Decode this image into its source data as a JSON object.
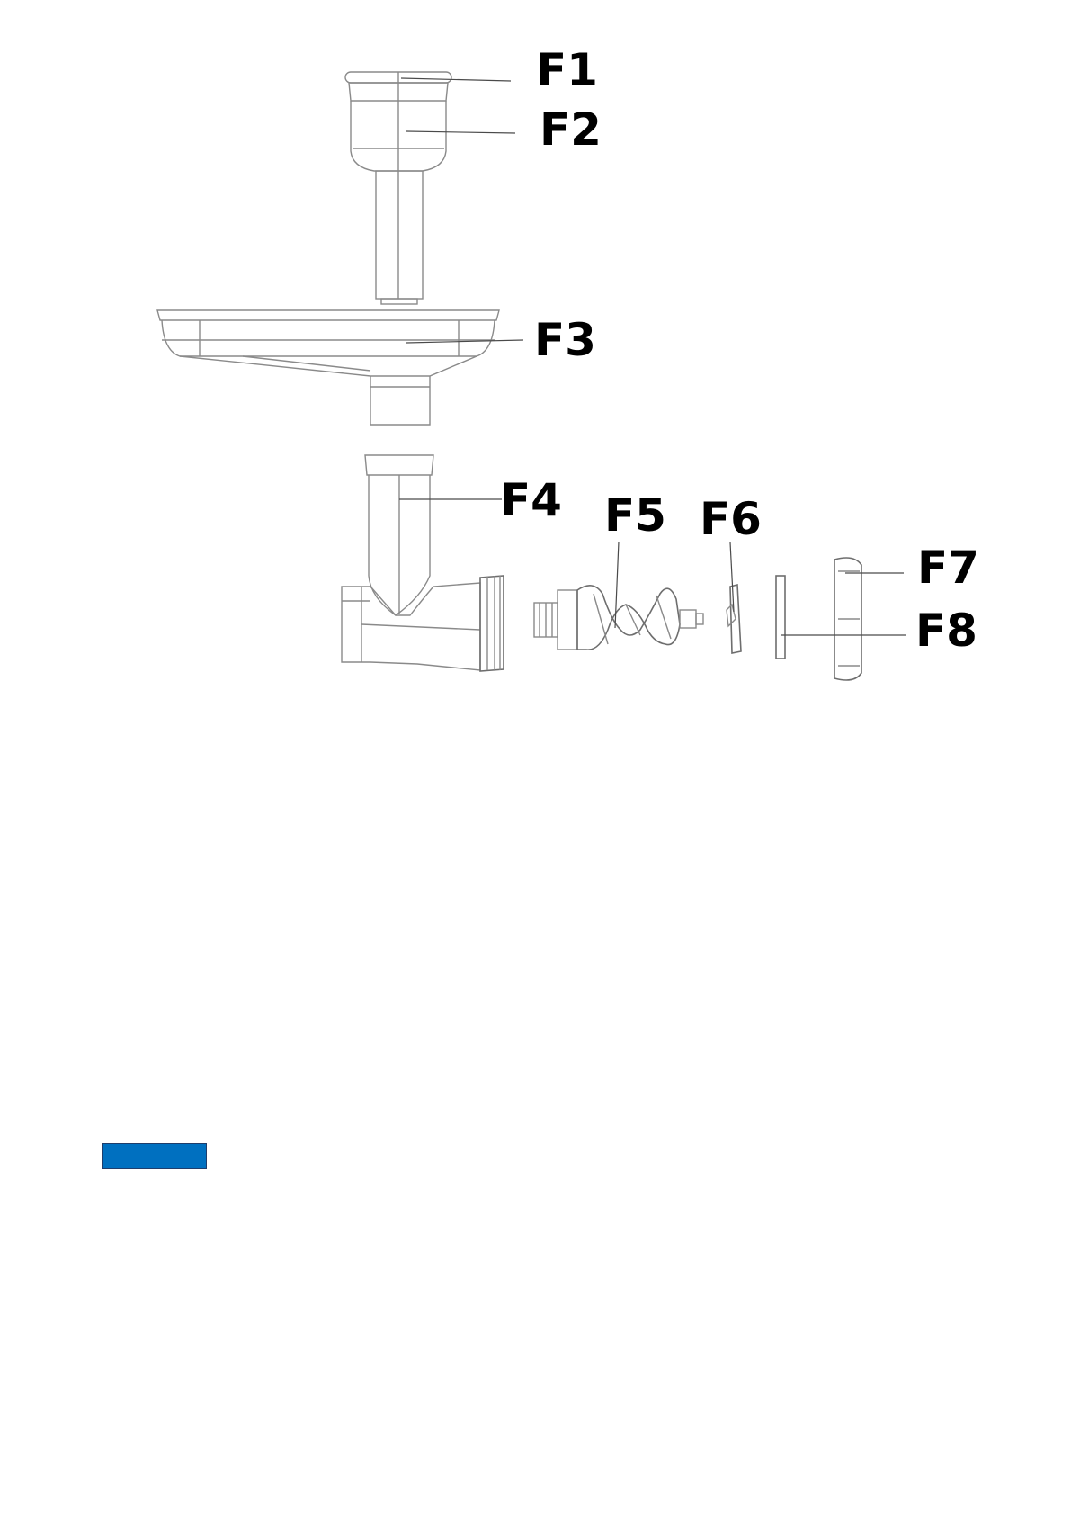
{
  "diagram": {
    "callouts": [
      {
        "id": "F1",
        "label": "F1"
      },
      {
        "id": "F2",
        "label": "F2"
      },
      {
        "id": "F3",
        "label": "F3"
      },
      {
        "id": "F4",
        "label": "F4"
      },
      {
        "id": "F5",
        "label": "F5"
      },
      {
        "id": "F6",
        "label": "F6"
      },
      {
        "id": "F7",
        "label": "F7"
      },
      {
        "id": "F8",
        "label": "F8"
      }
    ]
  },
  "colors": {
    "accent_box": "#0070C0",
    "line": "#8a8a8a",
    "label": "#000000"
  }
}
